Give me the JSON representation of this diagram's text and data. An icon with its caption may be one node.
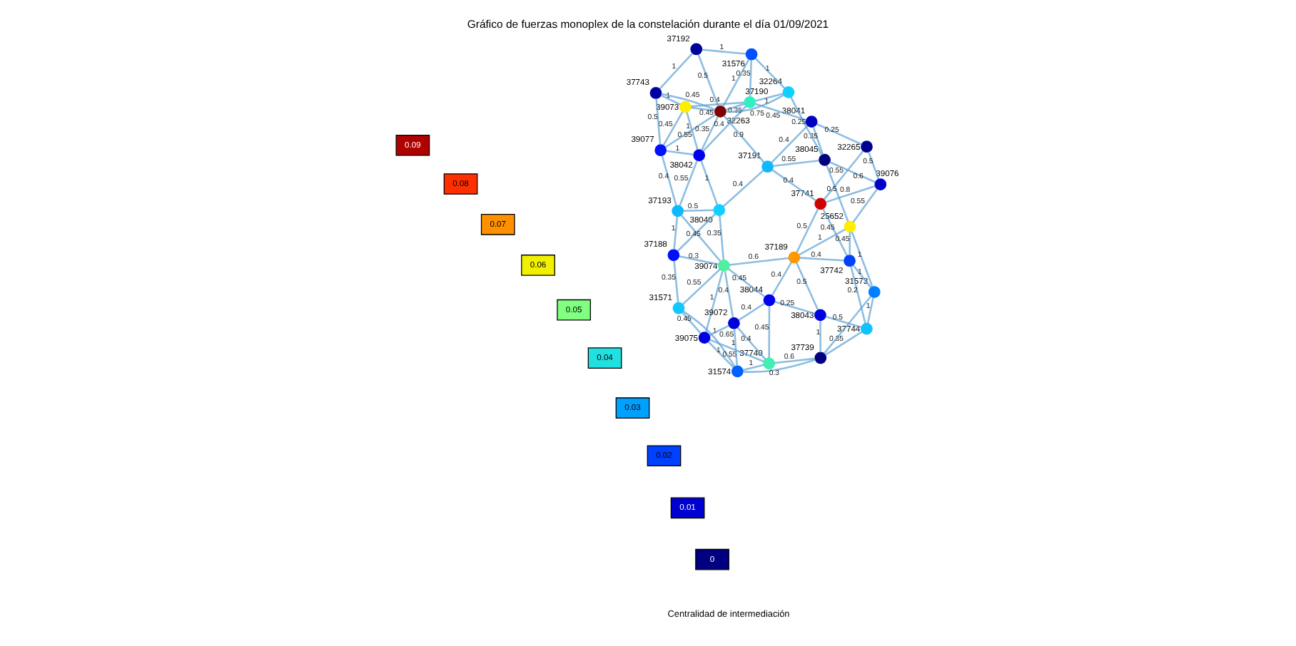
{
  "diagram": {
    "title": "Gráfico de fuerzas monoplex de la constelación durante el día 01/09/2021",
    "nodes": [
      {
        "text": [],
        "shape": "circle",
        "beside": [
          "31571"
        ]
      },
      {
        "text": [],
        "shape": "circle",
        "beside": [
          "37188"
        ]
      },
      {
        "text": [],
        "shape": "circle",
        "beside": [
          "39075"
        ]
      },
      {
        "text": [],
        "shape": "circle",
        "beside": [
          "31574"
        ]
      },
      {
        "text": [],
        "shape": "circle",
        "beside": [
          "39074"
        ]
      },
      {
        "text": [],
        "shape": "circle",
        "beside": [
          "37193"
        ]
      },
      {
        "text": [],
        "shape": "circle",
        "beside": [
          "39072"
        ]
      },
      {
        "text": [],
        "shape": "circle",
        "beside": [
          "39077"
        ]
      },
      {
        "text": [],
        "shape": "circle",
        "beside": [
          "38042"
        ]
      },
      {
        "text": [],
        "shape": "circle",
        "beside": [
          "37740"
        ]
      },
      {
        "text": [],
        "shape": "circle",
        "beside": [
          "38040"
        ]
      },
      {
        "text": [],
        "shape": "circle",
        "beside": [
          "38044"
        ]
      },
      {
        "text": [],
        "shape": "circle",
        "beside": [
          "39073"
        ]
      },
      {
        "text": [],
        "shape": "circle",
        "beside": [
          "37739"
        ]
      },
      {
        "text": [],
        "shape": "circle",
        "beside": [
          "37743"
        ]
      },
      {
        "text": [],
        "shape": "circle",
        "beside": [
          "37189"
        ]
      },
      {
        "text": [],
        "shape": "circle",
        "beside": [
          "38043"
        ]
      },
      {
        "text": [],
        "shape": "circle",
        "beside": [
          "37192"
        ]
      },
      {
        "text": [],
        "shape": "circle",
        "beside": [
          "32263"
        ]
      },
      {
        "text": [],
        "shape": "circle",
        "beside": [
          "37191"
        ]
      },
      {
        "text": [],
        "shape": "circle",
        "beside": [
          "31576"
        ]
      },
      {
        "text": [],
        "shape": "circle",
        "beside": [
          "37744"
        ]
      },
      {
        "text": [],
        "shape": "circle",
        "beside": [
          "37741"
        ]
      },
      {
        "text": [],
        "shape": "circle",
        "beside": [
          "37190"
        ]
      },
      {
        "text": [],
        "shape": "circle",
        "beside": [
          "38041"
        ]
      },
      {
        "text": [],
        "shape": "circle",
        "beside": [
          "32265"
        ]
      },
      {
        "text": [],
        "shape": "circle",
        "beside": [
          "37742"
        ]
      },
      {
        "text": [],
        "shape": "circle",
        "beside": [
          "31573"
        ]
      },
      {
        "text": [],
        "shape": "circle",
        "beside": [
          "32264"
        ]
      },
      {
        "text": [],
        "shape": "circle",
        "beside": [
          "39076"
        ]
      },
      {
        "text": [],
        "shape": "circle",
        "beside": [
          "25652"
        ]
      },
      {
        "text": [],
        "shape": "circle",
        "beside": [
          "38045"
        ]
      }
    ],
    "edges": [
      {
        "from": 1,
        "to": 0,
        "arrow": "none",
        "label": "0.35"
      },
      {
        "from": 1,
        "to": 4,
        "arrow": "none",
        "label": "0.3"
      },
      {
        "from": 1,
        "to": 5,
        "arrow": "none",
        "label": "1"
      },
      {
        "from": 1,
        "to": 10,
        "arrow": "none"
      },
      {
        "from": 0,
        "to": 4,
        "arrow": "none",
        "label": "0.55"
      },
      {
        "from": 0,
        "to": 2,
        "arrow": "none",
        "label": "0.45"
      },
      {
        "from": 0,
        "to": 3,
        "arrow": "none",
        "label": "1"
      },
      {
        "from": 2,
        "to": 3,
        "arrow": "none",
        "label": "1"
      },
      {
        "from": 2,
        "to": 4,
        "arrow": "none",
        "label": "1"
      },
      {
        "from": 2,
        "to": 6,
        "arrow": "none",
        "label": "0.65"
      },
      {
        "from": 2,
        "to": 9,
        "arrow": "none",
        "label": "0.55"
      },
      {
        "from": 3,
        "to": 6,
        "arrow": "none",
        "label": "1"
      },
      {
        "from": 3,
        "to": 9,
        "arrow": "none",
        "label": "1"
      },
      {
        "from": 3,
        "to": 13,
        "arrow": "none",
        "label": "0.3"
      },
      {
        "from": 9,
        "to": 13,
        "arrow": "none",
        "label": "0.6"
      },
      {
        "from": 6,
        "to": 9,
        "arrow": "none",
        "label": "0.4"
      },
      {
        "from": 6,
        "to": 11,
        "arrow": "none",
        "label": "0.4"
      },
      {
        "from": 5,
        "to": 4,
        "arrow": "none",
        "label": "0.45"
      },
      {
        "from": 5,
        "to": 10,
        "arrow": "none",
        "label": "0.5"
      },
      {
        "from": 5,
        "to": 8,
        "arrow": "none",
        "label": "0.55"
      },
      {
        "from": 7,
        "to": 8,
        "arrow": "none",
        "label": "1"
      },
      {
        "from": 7,
        "to": 5,
        "arrow": "none",
        "label": "0.4"
      },
      {
        "from": 7,
        "to": 14,
        "arrow": "none",
        "label": "0.5"
      },
      {
        "from": 7,
        "to": 12,
        "arrow": "none",
        "label": "0.45"
      },
      {
        "from": 7,
        "to": 18,
        "arrow": "none",
        "label": "1"
      },
      {
        "from": 8,
        "to": 10,
        "arrow": "none",
        "label": "1"
      },
      {
        "from": 8,
        "to": 12,
        "arrow": "none",
        "label": "0.55"
      },
      {
        "from": 8,
        "to": 18,
        "arrow": "none",
        "label": "0.35"
      },
      {
        "from": 8,
        "to": 23,
        "arrow": "none",
        "label": "0.4"
      },
      {
        "from": 10,
        "to": 4,
        "arrow": "none",
        "label": "0.35"
      },
      {
        "from": 10,
        "to": 19,
        "arrow": "none",
        "label": "0.4"
      },
      {
        "from": 4,
        "to": 11,
        "arrow": "none",
        "label": "0.45"
      },
      {
        "from": 4,
        "to": 6,
        "arrow": "none",
        "label": "0.4"
      },
      {
        "from": 4,
        "to": 15,
        "arrow": "none",
        "label": "0.6"
      },
      {
        "from": 11,
        "to": 9,
        "arrow": "none",
        "label": "0.45"
      },
      {
        "from": 11,
        "to": 15,
        "arrow": "none",
        "label": "0.4"
      },
      {
        "from": 11,
        "to": 16,
        "arrow": "none",
        "label": "0.25"
      },
      {
        "from": 13,
        "to": 16,
        "arrow": "none",
        "label": "1"
      },
      {
        "from": 13,
        "to": 21,
        "arrow": "none",
        "label": "0.35"
      },
      {
        "from": 13,
        "to": 27,
        "arrow": "none"
      },
      {
        "from": 16,
        "to": 21,
        "arrow": "none",
        "label": "0.5"
      },
      {
        "from": 16,
        "to": 15,
        "arrow": "none",
        "label": "0.5"
      },
      {
        "from": 21,
        "to": 27,
        "arrow": "none",
        "label": "1"
      },
      {
        "from": 21,
        "to": 26,
        "arrow": "none",
        "label": "0.2"
      },
      {
        "from": 27,
        "to": 26,
        "arrow": "none",
        "label": "1"
      },
      {
        "from": 27,
        "to": 30,
        "arrow": "none",
        "label": "1"
      },
      {
        "from": 15,
        "to": 22,
        "arrow": "none",
        "label": "0.5"
      },
      {
        "from": 15,
        "to": 26,
        "arrow": "none",
        "label": "0.4"
      },
      {
        "from": 15,
        "to": 30,
        "arrow": "none",
        "label": "1"
      },
      {
        "from": 26,
        "to": 30,
        "arrow": "none",
        "label": "0.45"
      },
      {
        "from": 26,
        "to": 22,
        "arrow": "none",
        "label": "0.45"
      },
      {
        "from": 22,
        "to": 29,
        "arrow": "none",
        "label": "0.8"
      },
      {
        "from": 22,
        "to": 19,
        "arrow": "none",
        "label": "0.4"
      },
      {
        "from": 22,
        "to": 25,
        "arrow": "none",
        "label": "0.55"
      },
      {
        "from": 30,
        "to": 29,
        "arrow": "none",
        "label": "0.55"
      },
      {
        "from": 30,
        "to": 31,
        "arrow": "none",
        "label": "0.5"
      },
      {
        "from": 29,
        "to": 31,
        "arrow": "none",
        "label": "0.6"
      },
      {
        "from": 29,
        "to": 25,
        "arrow": "none",
        "label": "0.5"
      },
      {
        "from": 31,
        "to": 24,
        "arrow": "none",
        "label": "0.35"
      },
      {
        "from": 31,
        "to": 28,
        "arrow": "none",
        "label": "0.25"
      },
      {
        "from": 25,
        "to": 24,
        "arrow": "none",
        "label": "0.25"
      },
      {
        "from": 24,
        "to": 19,
        "arrow": "none",
        "label": "0.4"
      },
      {
        "from": 24,
        "to": 23,
        "arrow": "none",
        "label": "0.45"
      },
      {
        "from": 19,
        "to": 18,
        "arrow": "none",
        "label": "0.9"
      },
      {
        "from": 19,
        "to": 31,
        "arrow": "none",
        "label": "0.55"
      },
      {
        "from": 23,
        "to": 28,
        "arrow": "none",
        "label": "1"
      },
      {
        "from": 23,
        "to": 18,
        "arrow": "none",
        "label": "0.35"
      },
      {
        "from": 23,
        "to": 20,
        "arrow": "none",
        "label": "0.35"
      },
      {
        "from": 18,
        "to": 17,
        "arrow": "none",
        "label": "0.5"
      },
      {
        "from": 18,
        "to": 14,
        "arrow": "none",
        "label": "0.45"
      },
      {
        "from": 14,
        "to": 17,
        "arrow": "none",
        "label": "1"
      },
      {
        "from": 14,
        "to": 12,
        "arrow": "none",
        "label": "1"
      },
      {
        "from": 17,
        "to": 20,
        "arrow": "none",
        "label": "1"
      },
      {
        "from": 20,
        "to": 28,
        "arrow": "none",
        "label": "1"
      },
      {
        "from": 20,
        "to": 18,
        "arrow": "none",
        "label": "1"
      },
      {
        "from": 28,
        "to": 18,
        "arrow": "none",
        "label": "0.75"
      },
      {
        "from": 12,
        "to": 18,
        "arrow": "none",
        "label": "0.45"
      },
      {
        "from": 12,
        "to": 23,
        "arrow": "none",
        "label": "0.4"
      }
    ],
    "labels": [
      "0.09",
      "0.08",
      "0.07",
      "0.06",
      "0.05",
      "0.04",
      "0.03",
      "0.02",
      "0.01",
      "0",
      "Centralidad de intermediación"
    ]
  }
}
